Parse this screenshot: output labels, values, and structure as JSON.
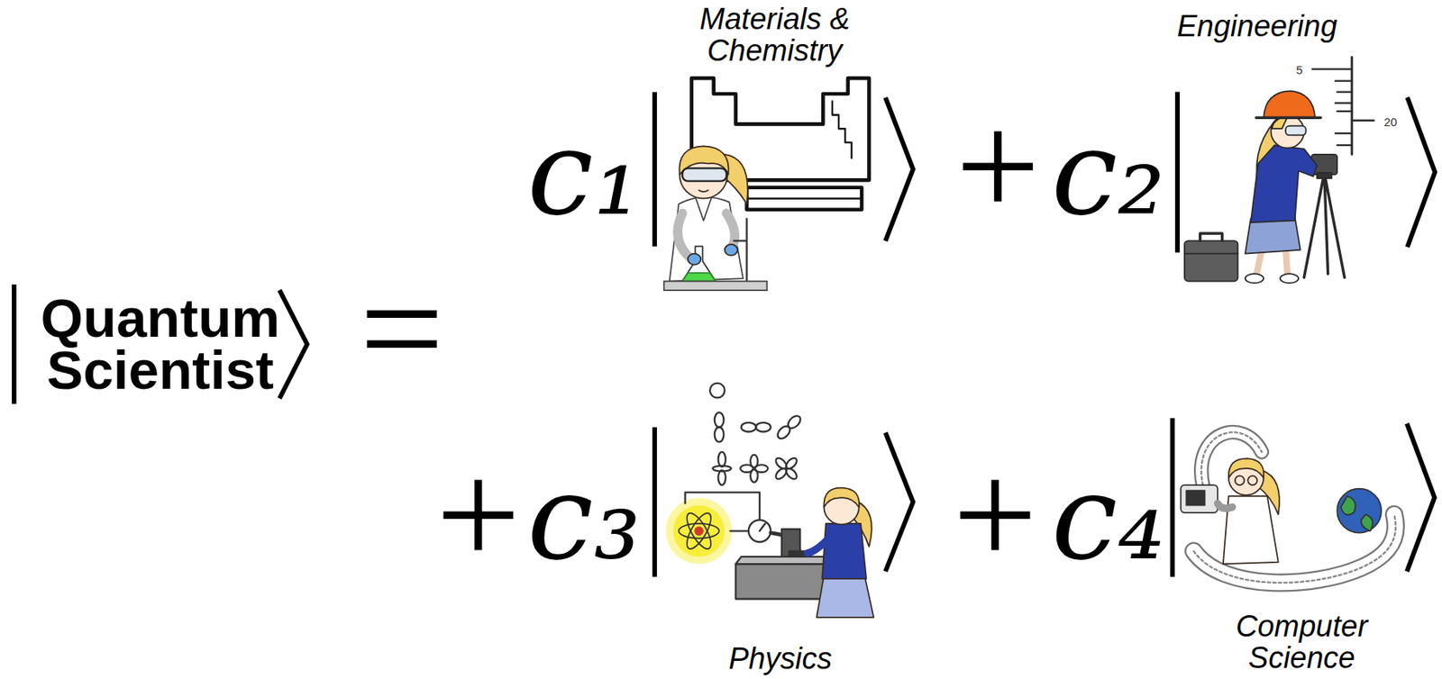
{
  "diagram": {
    "nodes": [
      {
        "text": [
          "Quantum Scientist"
        ]
      },
      {
        "text": [
          "Materials & Chemistry"
        ]
      },
      {
        "text": [
          "Engineering"
        ]
      },
      {
        "text": [
          "Physics"
        ]
      },
      {
        "text": [
          "Computer Science"
        ]
      }
    ],
    "labels": [
      "=",
      "c₁",
      "+",
      "c₂",
      "5",
      "20",
      "+",
      "c₃",
      "+",
      "c₄"
    ]
  }
}
